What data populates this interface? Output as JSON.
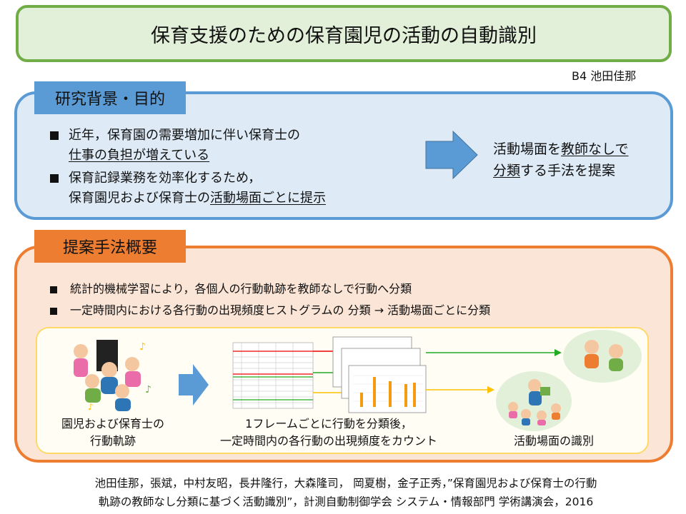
{
  "title": "保育支援のための保育園児の活動の自動識別",
  "author": "B4 池田佳那",
  "background": {
    "heading": "研究背景・目的",
    "bullets": [
      {
        "line1": "近年，保育園の需要増加に伴い保育士の",
        "line2": "仕事の負担が増えている"
      },
      {
        "line1": "保育記録業務を効率化するため，",
        "line2_pre": "保育園児および保育士の",
        "line2_u": "活動場面ごとに提示"
      }
    ],
    "result_u1": "教師なしで",
    "result_pre1": "活動場面を",
    "result_u2": "分類",
    "result_post2": "する手法を提案"
  },
  "method": {
    "heading": "提案手法概要",
    "bullets": [
      "統計的機械学習により，各個人の行動軌跡を教師なしで行動へ分類",
      "一定時間内における各行動の出現頻度ヒストグラムの 分類  → 活動場面ごとに分類"
    ],
    "captions": {
      "input_l1": "園児および保育士の",
      "input_l2": "行動軌跡",
      "count_l1": "1フレームごとに行動を分類後，",
      "count_l2": "一定時間内の各行動の出現頻度をカウント",
      "output": "活動場面の識別"
    }
  },
  "reference": {
    "line1": "池田佳那，張斌，中村友昭，長井隆行，大森隆司，  岡夏樹，金子正秀，”保育園児および保育士の行動",
    "line2": "軌跡の教師なし分類に基づく活動識別”，計測自動制御学会 システム・情報部門 学術講演会，2016"
  },
  "colors": {
    "green": "#70ad47",
    "blue": "#5b9bd5",
    "orange": "#ed7d31",
    "yellow": "#ffd966"
  }
}
